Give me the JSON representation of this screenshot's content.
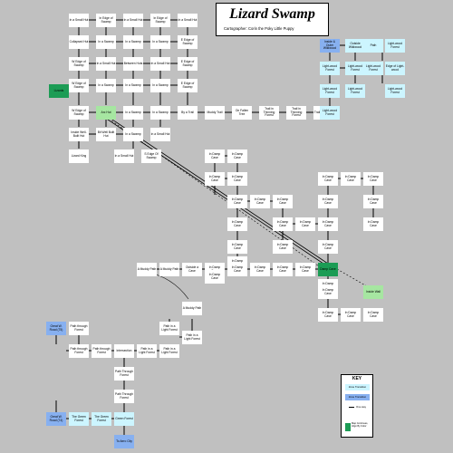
{
  "title": "Lizard Swamp",
  "credit": "Cartographer: Corin the Poky Little Puppy",
  "key": {
    "title": "KEY",
    "zone_transition": "Zone Transition",
    "zone_transition_2": "Zone Transition",
    "one_way": "One way",
    "map_continues": "Map Continues, Align By Color"
  },
  "rooms": [
    {
      "id": "r1",
      "label": "In a Small Hut",
      "style": "white"
    },
    {
      "id": "r2",
      "label": "In Edge of Swamp",
      "style": "white"
    },
    {
      "id": "r3",
      "label": "In a Small Hut",
      "style": "white"
    },
    {
      "id": "r4",
      "label": "In Edge of Swamp",
      "style": "white"
    },
    {
      "id": "r5",
      "label": "In a Small Hut",
      "style": "white"
    },
    {
      "id": "r6",
      "label": "Collapsed Hut",
      "style": "white"
    },
    {
      "id": "r7",
      "label": "In a Swamp",
      "style": "white"
    },
    {
      "id": "r8",
      "label": "In a Swamp",
      "style": "white"
    },
    {
      "id": "r9",
      "label": "In a Swamp",
      "style": "white"
    },
    {
      "id": "r10",
      "label": "E Edge of Swamp",
      "style": "white"
    },
    {
      "id": "r11",
      "label": "W Edge of Swamp",
      "style": "white"
    },
    {
      "id": "r12",
      "label": "In a Small Hut",
      "style": "white"
    },
    {
      "id": "r13",
      "label": "Between Huts",
      "style": "white"
    },
    {
      "id": "r14",
      "label": "In a Small Hut",
      "style": "white"
    },
    {
      "id": "r15",
      "label": "E Edge of Swamp",
      "style": "white"
    },
    {
      "id": "r16",
      "label": "W Edge of Swamp",
      "style": "white"
    },
    {
      "id": "r17",
      "label": "In a Swamp",
      "style": "white"
    },
    {
      "id": "r18",
      "label": "In a Swamp",
      "style": "white"
    },
    {
      "id": "r19",
      "label": "In a Swamp",
      "style": "white"
    },
    {
      "id": "r20",
      "label": "E Edge of Swamp",
      "style": "white"
    },
    {
      "id": "r21",
      "label": "Lizards",
      "style": "green"
    },
    {
      "id": "r22",
      "label": "W Edge of Swamp",
      "style": "white"
    },
    {
      "id": "r23",
      "label": "Arc Hut",
      "style": "lgreen"
    },
    {
      "id": "r24",
      "label": "In a Swamp",
      "style": "white"
    },
    {
      "id": "r25",
      "label": "In a Swamp",
      "style": "white"
    },
    {
      "id": "r26",
      "label": "By a Trail",
      "style": "white"
    },
    {
      "id": "r27",
      "label": "Muddy Trail",
      "style": "white"
    },
    {
      "id": "r28",
      "label": "On Fallen Tree",
      "style": "white"
    },
    {
      "id": "r29",
      "label": "Trail in Thinning Forest",
      "style": "white"
    },
    {
      "id": "r30",
      "label": "Trail in Thinning Forest",
      "style": "white"
    },
    {
      "id": "r31",
      "label": "Trail to Forest",
      "style": "white"
    },
    {
      "id": "r32",
      "label": "Light-wood Forest",
      "style": "cyan"
    },
    {
      "id": "r33",
      "label": "Inside Well-Built Hut",
      "style": "white"
    },
    {
      "id": "r34",
      "label": "Bit Well Built Hut",
      "style": "white"
    },
    {
      "id": "r35",
      "label": "In a Swamp",
      "style": "white"
    },
    {
      "id": "r36",
      "label": "In a Small Hut",
      "style": "white"
    },
    {
      "id": "r37",
      "label": "Lizard King",
      "style": "white"
    },
    {
      "id": "r38",
      "label": "In a Small Hut",
      "style": "white"
    },
    {
      "id": "r39",
      "label": "S Edge Of Swamp",
      "style": "white"
    },
    {
      "id": "r40",
      "label": "Inside & Outer Wildwood",
      "style": "blue"
    },
    {
      "id": "r41",
      "label": "Outside Wildwood",
      "style": "cyan"
    },
    {
      "id": "r42",
      "label": "Path",
      "style": "cyan"
    },
    {
      "id": "r43",
      "label": "Light-wood Forest",
      "style": "cyan"
    },
    {
      "id": "r44",
      "label": "Light-wood Forest",
      "style": "cyan"
    },
    {
      "id": "r45",
      "label": "Light-wood Forest",
      "style": "cyan"
    },
    {
      "id": "r46",
      "label": "Light-wood Forest",
      "style": "cyan"
    },
    {
      "id": "r47",
      "label": "Edge of Light-wood",
      "style": "cyan"
    },
    {
      "id": "r48",
      "label": "Light-wood Forest",
      "style": "cyan"
    },
    {
      "id": "r49",
      "label": "Light-wood Forest",
      "style": "cyan"
    },
    {
      "id": "r50",
      "label": "Light-wood Forest",
      "style": "cyan"
    },
    {
      "id": "r51",
      "label": "In Damp Cave",
      "style": "white"
    },
    {
      "id": "r52",
      "label": "In Damp Cave",
      "style": "white"
    },
    {
      "id": "r53",
      "label": "In Damp Cave",
      "style": "white"
    },
    {
      "id": "r54",
      "label": "In Damp Cave",
      "style": "white"
    },
    {
      "id": "r55",
      "label": "In Damp Cave",
      "style": "white"
    },
    {
      "id": "r56",
      "label": "In Damp Cave",
      "style": "white"
    },
    {
      "id": "r57",
      "label": "In Damp Cave",
      "style": "white"
    },
    {
      "id": "r58",
      "label": "In Damp Cave",
      "style": "white"
    },
    {
      "id": "r59",
      "label": "In Damp Cave",
      "style": "white"
    },
    {
      "id": "r60",
      "label": "In Damp Cave",
      "style": "white"
    },
    {
      "id": "r61",
      "label": "In Damp Cave",
      "style": "white"
    },
    {
      "id": "r62",
      "label": "In Damp Cave",
      "style": "white"
    },
    {
      "id": "r63",
      "label": "In Damp Cave",
      "style": "white"
    },
    {
      "id": "r64",
      "label": "In Damp Cave",
      "style": "white"
    },
    {
      "id": "r65",
      "label": "In Damp Cave",
      "style": "white"
    },
    {
      "id": "r66",
      "label": "In Damp Cave",
      "style": "white"
    },
    {
      "id": "r67",
      "label": "In Damp Cave",
      "style": "white"
    },
    {
      "id": "r68",
      "label": "In Damp Cave",
      "style": "white"
    },
    {
      "id": "r69",
      "label": "In Damp Cave",
      "style": "white"
    },
    {
      "id": "r70",
      "label": "In Damp Cave",
      "style": "white"
    },
    {
      "id": "r71",
      "label": "In Damp Cave",
      "style": "white"
    },
    {
      "id": "r72",
      "label": "In Damp Cave",
      "style": "white"
    },
    {
      "id": "r73",
      "label": "In Damp Cave",
      "style": "white"
    },
    {
      "id": "r74",
      "label": "In Damp Cave",
      "style": "white"
    },
    {
      "id": "r75",
      "label": "In Damp Cave",
      "style": "white"
    },
    {
      "id": "r76",
      "label": "In Damp Cave",
      "style": "white"
    },
    {
      "id": "r77",
      "label": "In Damp Cave",
      "style": "white"
    },
    {
      "id": "r78",
      "label": "Damp Cave",
      "style": "green"
    },
    {
      "id": "r79",
      "label": "Inside Wall",
      "style": "lgreen"
    },
    {
      "id": "r80",
      "label": "In Damp Cave",
      "style": "white"
    },
    {
      "id": "r81",
      "label": "In Damp Cave",
      "style": "white"
    },
    {
      "id": "r82",
      "label": "In Damp Cave",
      "style": "white"
    },
    {
      "id": "r83",
      "label": "In Damp Cave",
      "style": "white"
    },
    {
      "id": "r84",
      "label": "A Muddy Path",
      "style": "white"
    },
    {
      "id": "r85",
      "label": "A Muddy Path",
      "style": "white"
    },
    {
      "id": "r86",
      "label": "Outside a Cave",
      "style": "white"
    },
    {
      "id": "r87",
      "label": "In Damp Cave",
      "style": "white"
    },
    {
      "id": "r88",
      "label": "A Muddy Path",
      "style": "white"
    },
    {
      "id": "r89",
      "label": "Path in a Light Forest",
      "style": "white"
    },
    {
      "id": "r90",
      "label": "Path in a Light Forest",
      "style": "white"
    },
    {
      "id": "r91",
      "label": "Path in a Light Forest",
      "style": "white"
    },
    {
      "id": "r92",
      "label": "Great W. Road (75)",
      "style": "blue"
    },
    {
      "id": "r93",
      "label": "Path through Forest",
      "style": "white"
    },
    {
      "id": "r94",
      "label": "Path through Forest",
      "style": "white"
    },
    {
      "id": "r95",
      "label": "Path through Forest",
      "style": "white"
    },
    {
      "id": "r96",
      "label": "Intersection",
      "style": "white"
    },
    {
      "id": "r97",
      "label": "Path in a Light Forest",
      "style": "white"
    },
    {
      "id": "r98",
      "label": "Path Through Forest",
      "style": "white"
    },
    {
      "id": "r99",
      "label": "Path Through Forest",
      "style": "white"
    },
    {
      "id": "r100",
      "label": "Great W. Road (74)",
      "style": "blue"
    },
    {
      "id": "r101",
      "label": "The Green Forest",
      "style": "cyan"
    },
    {
      "id": "r102",
      "label": "The Green Forest",
      "style": "cyan"
    },
    {
      "id": "r103",
      "label": "Green Forest",
      "style": "cyan"
    },
    {
      "id": "r104",
      "label": "To Aero City",
      "style": "blue"
    }
  ]
}
